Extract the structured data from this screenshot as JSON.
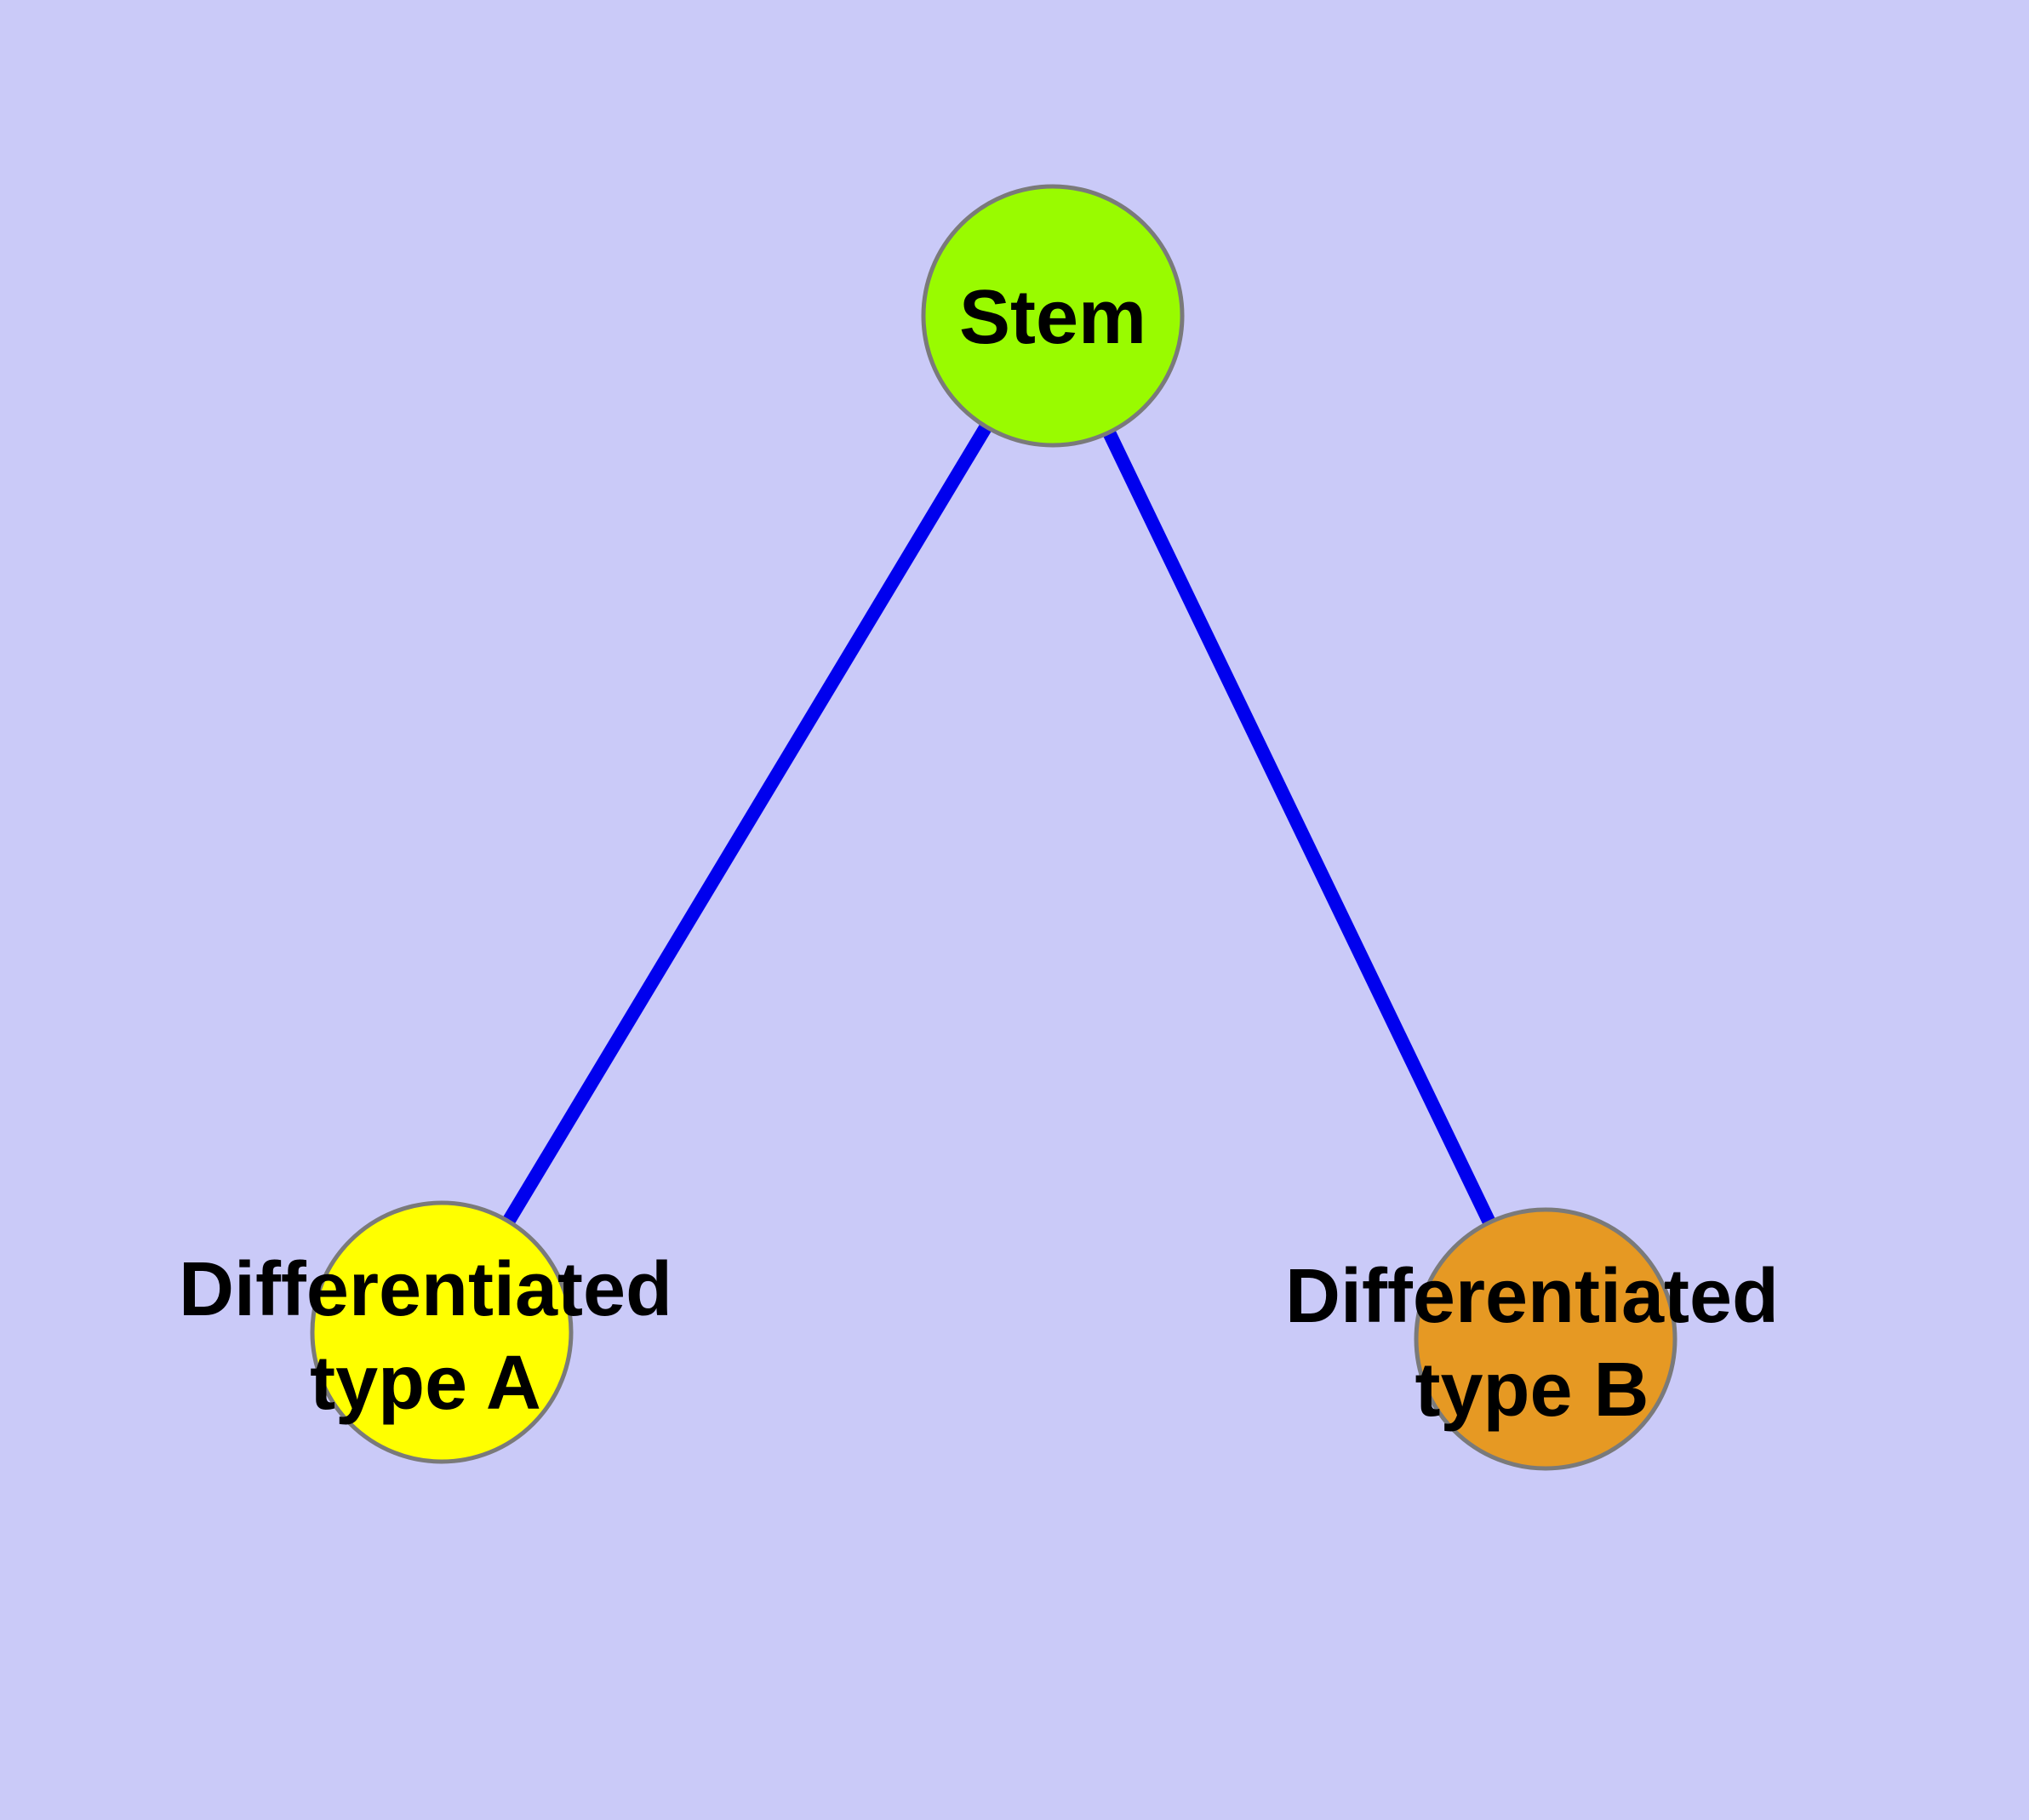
{
  "figure": {
    "type": "graph-diagram",
    "description": "Cell differentiation graph: a stem node connected to two differentiated cell type nodes",
    "background_color": "#CACAF8",
    "edge_color": "#0000EE",
    "node_border_color": "#7A7A7A",
    "label_color": "#000000",
    "nodes": [
      {
        "id": "stem",
        "label": "Stem",
        "fill_color": "#99FB00"
      },
      {
        "id": "type-a",
        "label_line1": "Differentiated",
        "label_line2": "type A",
        "fill_color": "#FFFF00"
      },
      {
        "id": "type-b",
        "label_line1": "Differentiated",
        "label_line2": "type B",
        "fill_color": "#E69923"
      }
    ],
    "edges": [
      {
        "from": "Stem",
        "to": "Differentiated type A"
      },
      {
        "from": "Stem",
        "to": "Differentiated type B"
      }
    ]
  }
}
